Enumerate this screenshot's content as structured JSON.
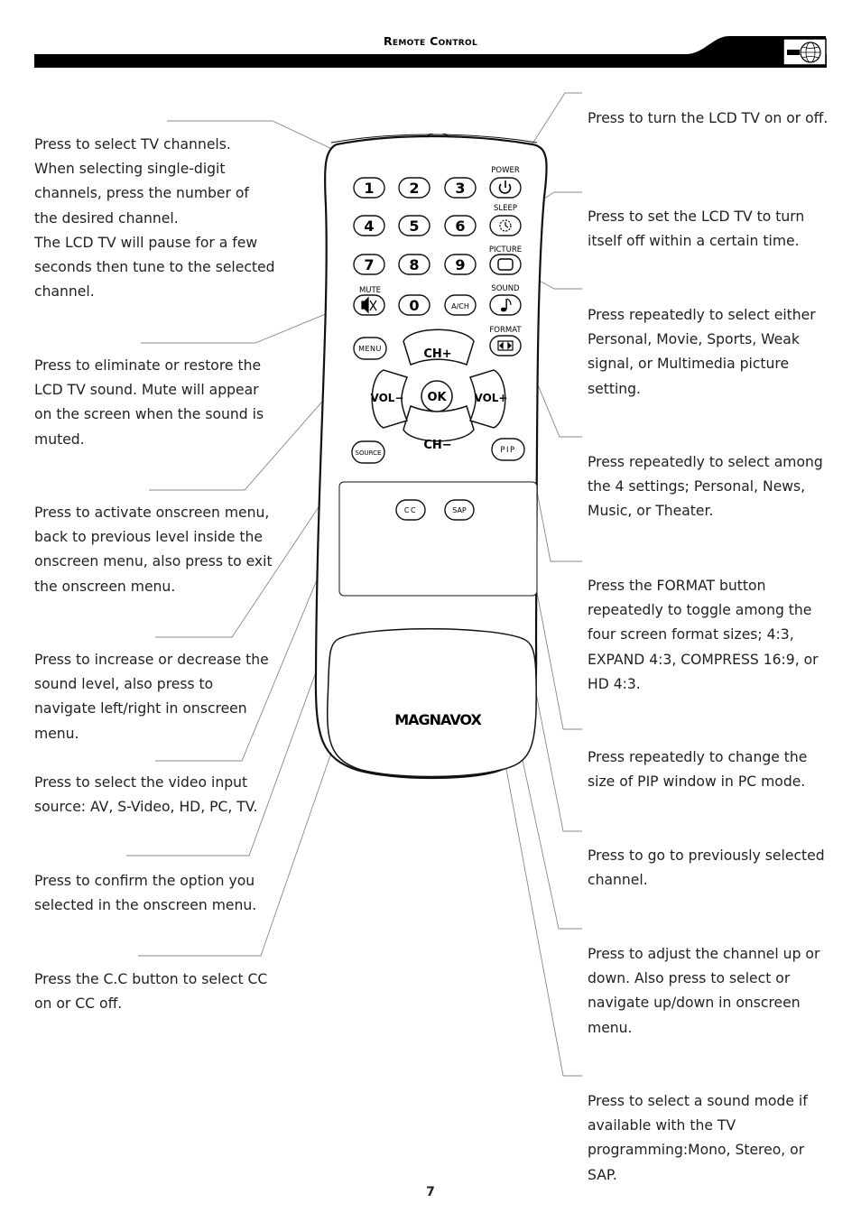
{
  "header": {
    "title": "Remote Control"
  },
  "remote": {
    "brand": "MAGNAVOX",
    "top_labels": {
      "power": "POWER",
      "sleep": "SLEEP",
      "picture": "PICTURE",
      "mute": "MUTE",
      "sound": "SOUND",
      "format": "FORMAT"
    },
    "digits": [
      "1",
      "2",
      "3",
      "4",
      "5",
      "6",
      "7",
      "8",
      "9",
      "0"
    ],
    "ach": "A/CH",
    "menu": "MENU",
    "source": "SOURCE",
    "ch_up": "CH+",
    "ch_down": "CH−",
    "vol_down": "VOL−",
    "vol_up": "VOL+",
    "ok": "OK",
    "pip": "PIP",
    "cc": "CC",
    "sap": "SAP"
  },
  "left_descriptions": [
    "Press to select TV channels.\nWhen selecting single-digit channels, press the number of the desired channel.\nThe LCD TV will pause for a few seconds then tune to the selected channel.",
    "Press to eliminate or restore the LCD TV sound. Mute will appear on the screen when the sound is muted.",
    "Press to activate onscreen menu, back to previous level inside the onscreen menu, also press to exit the onscreen menu.",
    "Press to increase or decrease the sound level, also press to navigate left/right in onscreen menu.",
    "Press to select the video input source: AV, S-Video, HD, PC, TV.",
    "Press to confirm the option you selected in the onscreen menu.",
    "Press the C.C button to select CC on or CC off."
  ],
  "right_descriptions": [
    "Press to turn the LCD TV on or off.",
    "Press to set the LCD TV to turn itself off within a certain time.",
    "Press repeatedly to select either Personal, Movie, Sports, Weak signal, or Multimedia picture setting.",
    "Press repeatedly to select among the 4 settings; Personal, News, Music, or Theater.",
    "Press the FORMAT button repeatedly to toggle among the four screen format sizes; 4:3, EXPAND 4:3,  COMPRESS 16:9, or HD 4:3.",
    "Press repeatedly to change the size of PIP window in PC mode.",
    "Press to go to previously selected channel.",
    "Press to adjust the channel up or down. Also press to select or navigate up/down in onscreen menu.",
    "Press to select a sound mode if available with the TV programming:Mono, Stereo, or SAP."
  ],
  "page_number": "7"
}
